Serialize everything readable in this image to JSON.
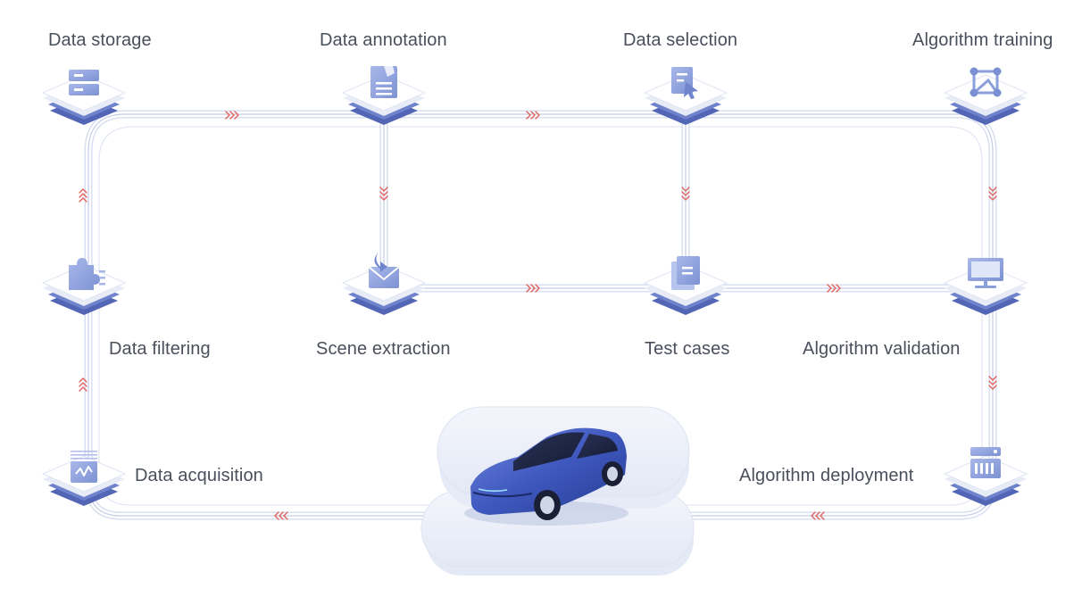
{
  "diagram": {
    "stages": [
      {
        "id": "storage",
        "label": "Data storage",
        "icon": "server-rack-icon"
      },
      {
        "id": "annotation",
        "label": "Data annotation",
        "icon": "tagged-document-icon"
      },
      {
        "id": "selection",
        "label": "Data selection",
        "icon": "cursor-select-icon"
      },
      {
        "id": "training",
        "label": "Algorithm training",
        "icon": "node-graph-icon"
      },
      {
        "id": "filtering",
        "label": "Data filtering",
        "icon": "puzzle-filter-icon"
      },
      {
        "id": "extraction",
        "label": "Scene extraction",
        "icon": "download-box-icon"
      },
      {
        "id": "testcases",
        "label": "Test cases",
        "icon": "stacked-documents-icon"
      },
      {
        "id": "validation",
        "label": "Algorithm validation",
        "icon": "monitor-icon"
      },
      {
        "id": "acquisition",
        "label": "Data acquisition",
        "icon": "signal-chip-icon"
      },
      {
        "id": "deployment",
        "label": "Algorithm deployment",
        "icon": "server-bars-icon"
      }
    ],
    "center_graphic": "car-icon",
    "colors": {
      "line": "#c9d3ea",
      "arrow": "#e2615c",
      "icon": "#8b9fd8",
      "platform_top": "#ffffff",
      "platform_side": "#5b6fbd",
      "text": "#4a4f5c",
      "car": "#3b54b3"
    }
  }
}
